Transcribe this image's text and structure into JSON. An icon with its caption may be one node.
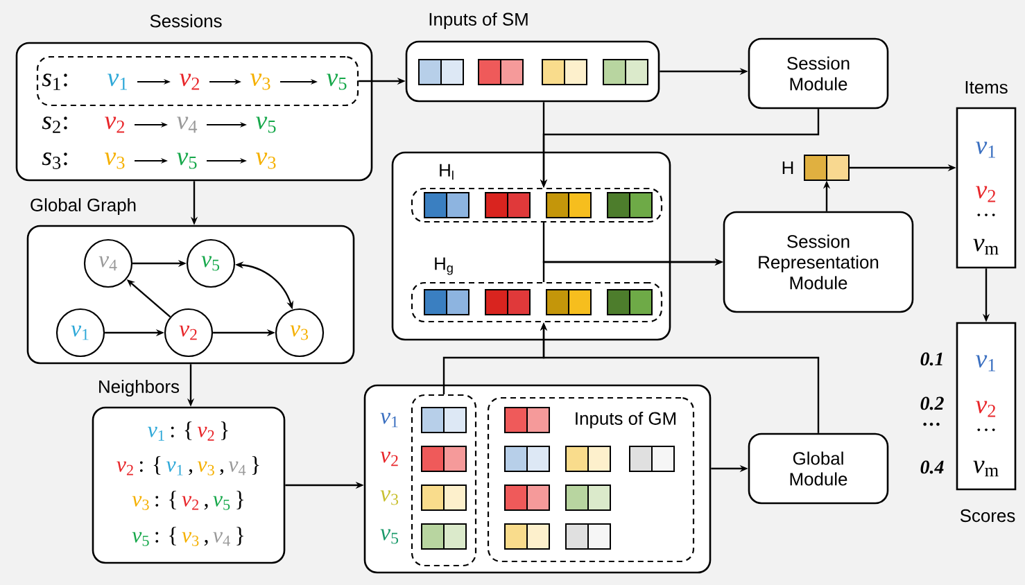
{
  "diagram": {
    "nodes": [
      {
        "text": [
          "Sessions",
          "*s*$_{2}$:",
          "*v*$_{2}$",
          "*v*$_{4}$",
          "*v*$_{5}$",
          "*s*$_{3}$:",
          "*v*$_{3}$",
          "*v*$_{5}$",
          "*v*$_{3}$"
        ]
      },
      {
        "text": [
          "*s*$_{1}$:",
          "*v*$_{1}$",
          "*v*$_{2}$",
          "*v*$_{3}$",
          "*v*$_{5}$"
        ],
        "in": 0
      },
      {
        "text": [
          "Global Graph"
        ]
      },
      {
        "text": [
          "*v*$_{4}$"
        ],
        "in": 2
      },
      {
        "text": [
          "*v*$_{5}$"
        ],
        "in": 2
      },
      {
        "text": [
          "*v*$_{1}$"
        ],
        "in": 2
      },
      {
        "text": [
          "*v*$_{2}$"
        ],
        "in": 2
      },
      {
        "text": [
          "*v*$_{3}$"
        ],
        "in": 2
      },
      {
        "text": [
          "Neighbors",
          "*v*$_{1}$",
          ": {",
          "*v*$_{2}$",
          "}",
          "*v*$_{2}$",
          ": {",
          "*v*$_{1}$",
          ",",
          "*v*$_{3}$",
          ",",
          "*v*$_{4}$",
          "}",
          "*v*$_{3}$",
          ": {",
          "*v*$_{2}$",
          ",",
          "*v*$_{5}$",
          "}",
          "*v*$_{5}$",
          ": {",
          "*v*$_{3}$",
          ",",
          "*v*$_{4}$",
          "}"
        ]
      },
      {
        "text": [
          "Inputs of SM"
        ]
      },
      {
        "text": [
          "Session Module"
        ]
      },
      {
        "text": [],
        "shape": "box"
      },
      {
        "text": [
          "H$_{l}$"
        ],
        "in": 11
      },
      {
        "text": [
          "H$_{g}$"
        ],
        "in": 11
      },
      {
        "text": [
          "Session Representation Module"
        ]
      },
      {
        "text": [
          "H"
        ]
      },
      {
        "text": [
          "Items",
          "*v*$_{1}$",
          "*v*$_{2}$",
          "…",
          "*v*$_{m}$"
        ]
      },
      {
        "text": [
          "*v*$_{1}$",
          "*v*$_{2}$",
          "…",
          "*v*$_{m}$",
          "Scores"
        ],
        "beside": [
          "0.1",
          "0.2",
          "…",
          "0.4"
        ]
      },
      {
        "text": [
          "*v*$_{1}$",
          "*v*$_{2}$",
          "*v*$_{3}$",
          "*v*$_{5}$"
        ]
      },
      {
        "text": [],
        "shape": "box",
        "in": 18
      },
      {
        "text": [
          "Inputs of GM"
        ],
        "in": 18
      },
      {
        "text": [
          "Global Module"
        ]
      }
    ],
    "edges": [
      {
        "from": 1,
        "to": 9,
        "arrow": "to"
      },
      {
        "from": 0,
        "to": 2,
        "arrow": "to"
      },
      {
        "from": 3,
        "to": 4,
        "arrow": "to"
      },
      {
        "from": 4,
        "to": 7,
        "arrow": "both"
      },
      {
        "from": 6,
        "to": 3,
        "arrow": "to"
      },
      {
        "from": 5,
        "to": 6,
        "arrow": "to"
      },
      {
        "from": 6,
        "to": 7,
        "arrow": "to"
      },
      {
        "from": 2,
        "to": 8,
        "arrow": "to"
      },
      {
        "from": 9,
        "to": 10,
        "arrow": "to"
      },
      {
        "from": 9,
        "to": 12,
        "arrow": "to"
      },
      {
        "from": 10,
        "to": 12,
        "arrow": "to"
      },
      {
        "from": 12,
        "to": 14,
        "arrow": "to"
      },
      {
        "from": 13,
        "to": 14,
        "arrow": "to"
      },
      {
        "from": 14,
        "to": 15,
        "arrow": "to"
      },
      {
        "from": 15,
        "to": 16,
        "arrow": "to"
      },
      {
        "from": 16,
        "to": 17,
        "arrow": "to"
      },
      {
        "from": 8,
        "to": 18,
        "arrow": "to"
      },
      {
        "from": 18,
        "to": 21,
        "arrow": "to"
      },
      {
        "from": 19,
        "to": 13,
        "arrow": "to"
      },
      {
        "from": 21,
        "to": 13,
        "arrow": "to"
      }
    ]
  }
}
